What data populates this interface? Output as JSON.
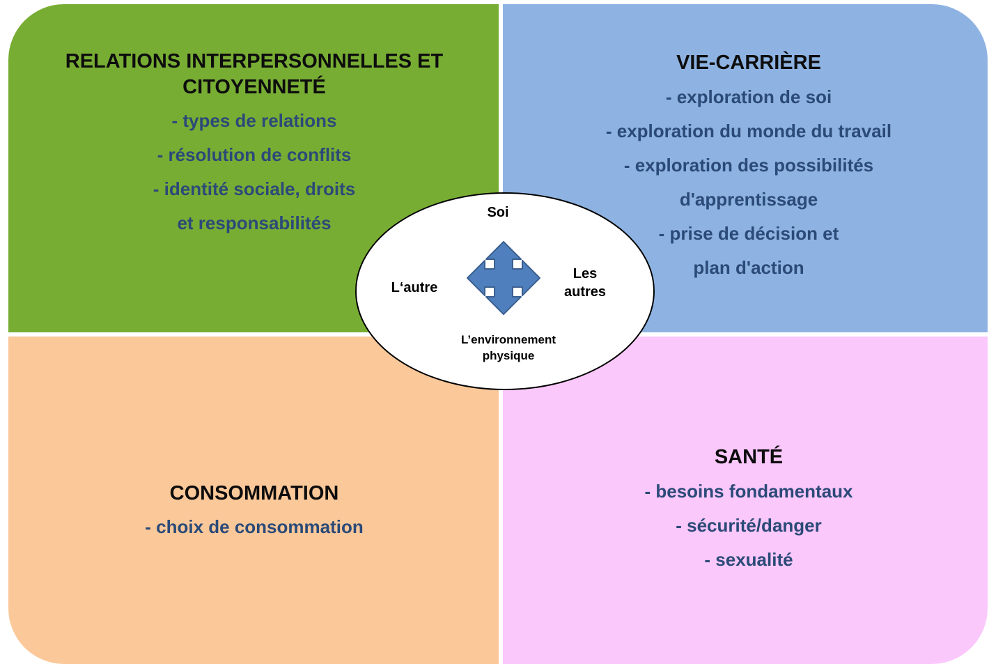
{
  "colors": {
    "green": "#78ad34",
    "blue": "#8eb3e2",
    "orange": "#fbc899",
    "pink": "#fbc8fb",
    "item_text": "#2b4a78",
    "arrow_fill": "#4f80bd",
    "arrow_stroke": "#3a5f8f"
  },
  "quadrants": {
    "top_left": {
      "title_line1": "RELATIONS INTERPERSONNELLES ET",
      "title_line2": "CITOYENNETÉ",
      "items": [
        "- types de relations",
        "- résolution de conflits",
        "- identité sociale,  droits",
        "et responsabilités"
      ]
    },
    "top_right": {
      "title": "VIE-CARRIÈRE",
      "items": [
        "- exploration de soi",
        "- exploration du monde du travail",
        "- exploration des possibilités",
        "d'apprentissage",
        "- prise de décision et",
        "plan d'action"
      ]
    },
    "bottom_left": {
      "title": "CONSOMMATION",
      "items": [
        "- choix de consommation"
      ]
    },
    "bottom_right": {
      "title": "SANTÉ",
      "items": [
        "- besoins fondamentaux",
        "- sécurité/danger",
        "- sexualité"
      ]
    }
  },
  "center": {
    "top": "Soi",
    "left": "L‘autre",
    "right_line1": "Les",
    "right_line2": "autres",
    "bottom_line1": "L’environnement",
    "bottom_line2": "physique",
    "arrow_icon": "four-way-arrow-icon"
  }
}
